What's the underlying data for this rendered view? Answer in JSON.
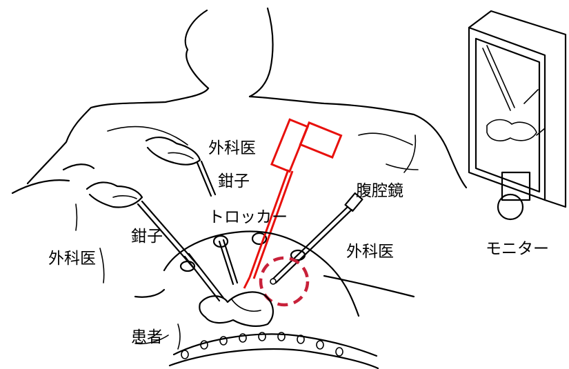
{
  "labels": {
    "surgeon_center": "外科医",
    "forceps_top": "鉗子",
    "trocar": "トロッカー",
    "laparoscope": "腹腔鏡",
    "forceps_left": "鉗子",
    "surgeon_left": "外科医",
    "surgeon_right": "外科医",
    "monitor": "モニター",
    "patient": "患者"
  },
  "colors": {
    "line": "#000000",
    "highlight": "#e8100c",
    "focus_circle": "#c8213a"
  }
}
